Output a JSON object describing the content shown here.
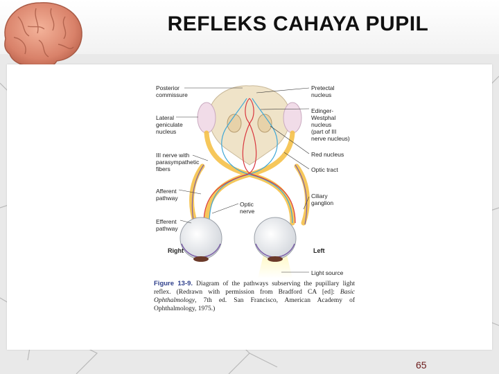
{
  "slide": {
    "title": "REFLEKS CAHAYA PUPIL",
    "page_number": "65"
  },
  "labels": {
    "left": [
      "Posterior\ncommissure",
      "Lateral\ngeniculate\nnucleus",
      "III nerve with\nparasympathetic\nfibers",
      "Afferent\npathway",
      "Efferent\npathway"
    ],
    "right": [
      "Pretectal\nnucleus",
      "Edinger-\nWestphal\nnucleus\n(part of III\nnerve nucleus)",
      "Red nucleus",
      "Optic tract",
      "Ciliary\nganglion"
    ],
    "optic_nerve": "Optic\nnerve",
    "eye_right": "Right",
    "eye_left": "Left",
    "light_source": "Light source"
  },
  "caption": {
    "figure": "Figure 13-9.",
    "text_1": " Diagram of the pathways subserving the pupillary light reflex. (Redrawn with permission from Bradford CA [ed]: ",
    "book": "Basic Ophthalmology",
    "text_2": ", 7th ed. San Francisco, American Academy of Ophthalmology, 1975.)"
  },
  "colors": {
    "afferent": "#f6c24a",
    "efferent_red": "#d9363e",
    "efferent_blue": "#3fa7d6",
    "midbrain": "#efe3c8",
    "page_number": "#6b1a1a"
  }
}
